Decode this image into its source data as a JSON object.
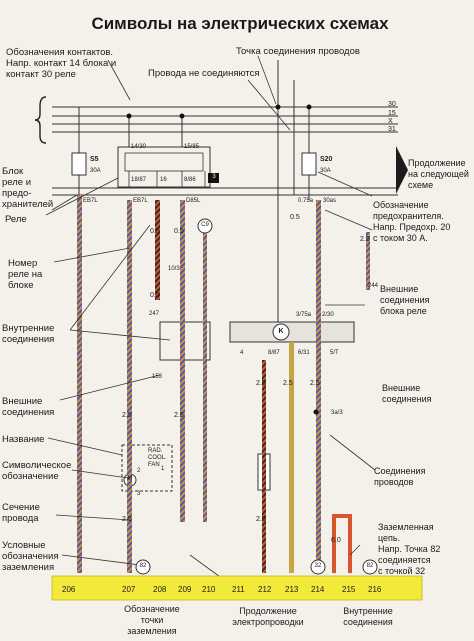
{
  "title": "Символы на электрических схемах",
  "labels": {
    "contact_designation": "Обозначения контактов.\nНапр. контакт 14 блока и\nконтакт 30 реле",
    "junction_point": "Точка соединения проводов",
    "wire_not_connected": "Провода не соединяются",
    "relay_fuse_block": "Блок\nреле и\nпредо-\nхранителей",
    "relay": "Реле",
    "continued_next": "Продолжение\nна следующей\nсхеме",
    "fuse_designation": "Обозначение\nпредохранителя.\nНапр. Предохр. 20\nс током 30 А.",
    "relay_number": "Номер\nреле на\nблоке",
    "external_block_connections": "Внешние\nсоединения\nблока реле",
    "internal_connections": "Внутренние\nсоединения",
    "external_connections_left": "Внешние\nсоединения",
    "external_connections_right": "Внешние\nсоединения",
    "name": "Название",
    "symbolic_designation": "Символическое\nобозначение",
    "wire_connections": "Соединения\nпроводов",
    "wire_section": "Сечение\nпровода",
    "ground_circuit": "Заземленная\nцепь.\nНапр. Точка 82\nсоединяется\nс точкой 32",
    "conventional_ground": "Условные\nобозначения\nзаземления",
    "ground_point_designation": "Обозначение\nточки\nзаземления",
    "wiring_continuation": "Продолжение\nэлектропроводки",
    "internal_connection_bottom": "Внутренние\nсоединения"
  },
  "bus_labels": [
    "30",
    "15",
    "X",
    "31"
  ],
  "component_labels": {
    "s5": "S5",
    "s5_amp": "30A",
    "s20": "S20",
    "s20_amp": "30A",
    "fan": "RAD.\nCOOL.\nFAN",
    "motor": "M",
    "connector_k": "K",
    "relay_badge": "3",
    "relay_contacts": [
      "14/30",
      "15/85",
      "18/87",
      "16",
      "8/86"
    ],
    "connectors": [
      "EB7L",
      "EB7L",
      "D85L"
    ],
    "wire_values": [
      "0.5",
      "0.5",
      "0.5",
      "2.5",
      "2.5",
      "2.5",
      "0.5",
      "2.5",
      "2.5",
      "2.5",
      "2.5",
      "2.5",
      "6.0"
    ],
    "misc_numbers": [
      "10/3",
      "247",
      "153",
      "244",
      "3a/3",
      "0.75a",
      "30as",
      "3/75a",
      "2/30",
      "4",
      "8/87",
      "6/31",
      "5/T",
      "C9",
      "2",
      "1",
      "3"
    ],
    "ground_marks": [
      "82",
      "32",
      "82"
    ]
  },
  "ground_bar": {
    "numbers": [
      "206",
      "207",
      "208",
      "209",
      "210",
      "211",
      "212",
      "213",
      "214",
      "215",
      "216"
    ]
  },
  "colors": {
    "background": "#f4f1ea",
    "ground_bar": "#f2e93a",
    "wire_blue": "#3a62b8",
    "wire_orange": "#e58a2b",
    "wire_dark": "#333333"
  }
}
